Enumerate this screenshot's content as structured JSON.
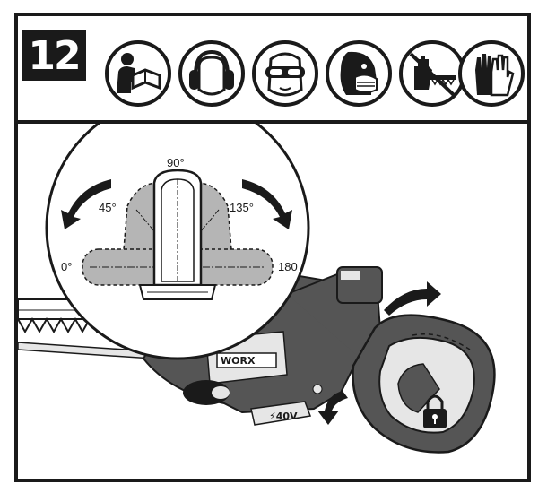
{
  "step": {
    "number": "12"
  },
  "pictograms": [
    {
      "icon": "read-manual-icon"
    },
    {
      "icon": "ear-protection-icon"
    },
    {
      "icon": "eye-protection-icon"
    },
    {
      "icon": "dust-mask-icon"
    },
    {
      "icon": "keep-hands-away-from-blade-icon"
    },
    {
      "icon": "gloves-icon"
    }
  ],
  "angles": {
    "a0": "0°",
    "a45": "45°",
    "a90": "90°",
    "a135": "135°",
    "a180": "180"
  },
  "tool": {
    "brand": "WORX",
    "voltage": "40V"
  },
  "colors": {
    "ink": "#1a1a1a",
    "shade": "#b5b5b5",
    "light": "#e6e6e6",
    "body": "#555555"
  }
}
